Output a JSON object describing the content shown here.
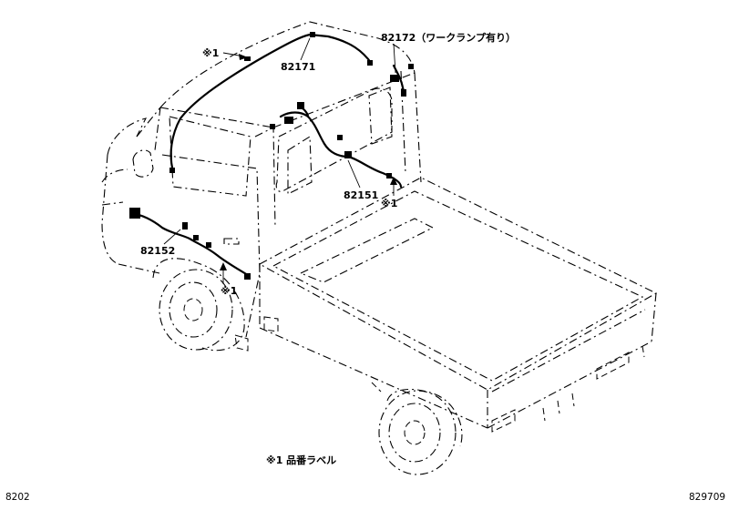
{
  "labels": {
    "part_82171": "82171",
    "part_82172": "82172（ワークランプ有り）",
    "part_82151": "82151",
    "part_82152": "82152",
    "note_mark_top": "※1",
    "note_mark_cab_right": "※1",
    "note_mark_cab_left": "※1",
    "legend": "※1  品番ラベル",
    "footer_left": "8202",
    "footer_right": "829709"
  }
}
